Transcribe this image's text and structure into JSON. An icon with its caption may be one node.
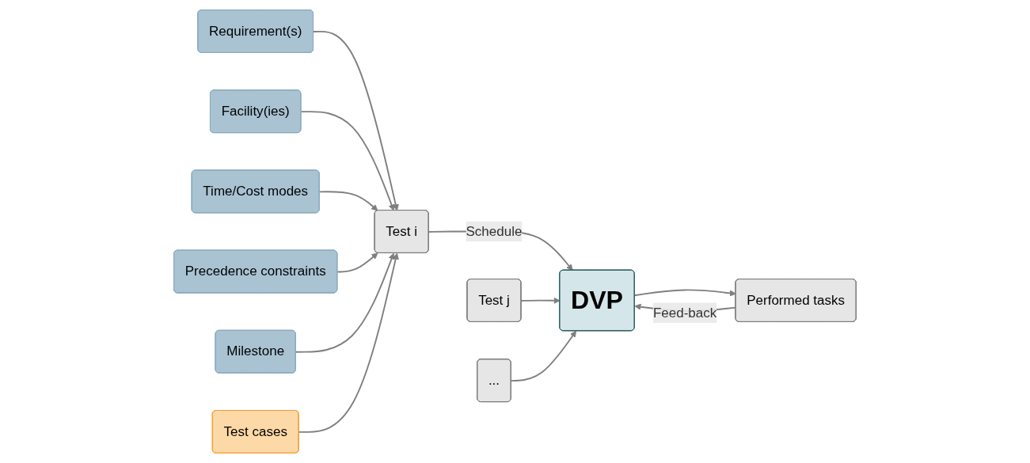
{
  "diagram": {
    "nodes": [
      {
        "text": [
          "Requirement(s)"
        ]
      },
      {
        "text": [
          "Facility(ies)"
        ]
      },
      {
        "text": [
          "Time/Cost modes"
        ]
      },
      {
        "text": [
          "Precedence constraints"
        ]
      },
      {
        "text": [
          "Milestone"
        ]
      },
      {
        "text": [
          "Test cases"
        ]
      },
      {
        "text": [
          "Test i"
        ]
      },
      {
        "text": [
          "Test j"
        ]
      },
      {
        "text": [
          "..."
        ]
      },
      {
        "text": [
          "DVP"
        ]
      },
      {
        "text": [
          "Performed tasks"
        ]
      }
    ],
    "edges": [
      {
        "from": 0,
        "to": 6,
        "arrow": "to"
      },
      {
        "from": 1,
        "to": 6,
        "arrow": "to"
      },
      {
        "from": 2,
        "to": 6,
        "arrow": "to"
      },
      {
        "from": 3,
        "to": 6,
        "arrow": "to"
      },
      {
        "from": 4,
        "to": 6,
        "arrow": "to"
      },
      {
        "from": 5,
        "to": 6,
        "arrow": "to"
      },
      {
        "from": 6,
        "to": 9,
        "arrow": "to",
        "label": "Schedule"
      },
      {
        "from": 7,
        "to": 9,
        "arrow": "to"
      },
      {
        "from": 8,
        "to": 9,
        "arrow": "to"
      },
      {
        "from": 9,
        "to": 10,
        "arrow": "to"
      },
      {
        "from": 10,
        "to": 9,
        "arrow": "to",
        "label": "Feed-back"
      }
    ]
  }
}
